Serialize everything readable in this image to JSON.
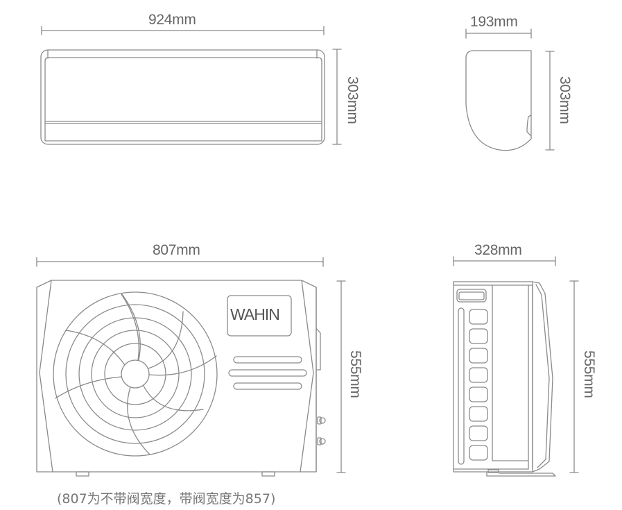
{
  "diagram": {
    "subject": "Air conditioner unit dimensions",
    "indoor_unit": {
      "front_view": {
        "width_label": "924mm",
        "height_label": "303mm"
      },
      "side_view": {
        "depth_label": "193mm",
        "height_label": "303mm"
      }
    },
    "outdoor_unit": {
      "front_view": {
        "width_label": "807mm",
        "height_label": "555mm",
        "brand_logo": "WAHIN"
      },
      "side_view": {
        "depth_label": "328mm",
        "height_label": "555mm"
      },
      "footnote": "(807为不带阀宽度，带阀宽度为857)"
    },
    "colors": {
      "line": "#8a8a8a",
      "text": "#666666",
      "background": "#ffffff"
    }
  }
}
